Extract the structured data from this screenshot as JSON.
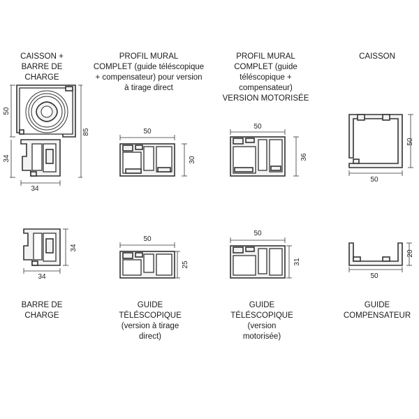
{
  "titles": {
    "t1": [
      "CAISSON +",
      "BARRE DE CHARGE"
    ],
    "t2": [
      "PROFIL MURAL",
      "COMPLET (guide téléscopique",
      "+ compensateur) pour version",
      "à tirage direct"
    ],
    "t3": [
      "PROFIL MURAL",
      "COMPLET (guide",
      "téléscopique +",
      "compensateur)",
      "VERSION MOTORISÉE"
    ],
    "t4": [
      "CAISSON"
    ],
    "b1": [
      "BARRE DE",
      "CHARGE"
    ],
    "b2": [
      "GUIDE",
      "TÉLÉSCOPIQUE",
      "(version à tirage",
      "direct)"
    ],
    "b3": [
      "GUIDE",
      "TÉLÉSCOPIQUE",
      "(version",
      "motorisée)"
    ],
    "b4": [
      "GUIDE",
      "COMPENSATEUR"
    ]
  },
  "dims": {
    "caisson_barre_h": "50",
    "caisson_barre_total": "85",
    "caisson_barre_lower": "34",
    "caisson_barre_w": "34",
    "profil_direct_w": "50",
    "profil_direct_h": "30",
    "profil_moto_w": "50",
    "profil_moto_h": "36",
    "caisson_w": "50",
    "caisson_h": "50",
    "barre_h": "34",
    "barre_w": "34",
    "guide_direct_w": "50",
    "guide_direct_h": "25",
    "guide_moto_w": "50",
    "guide_moto_h": "31",
    "compensateur_w": "50",
    "compensateur_h": "20"
  }
}
